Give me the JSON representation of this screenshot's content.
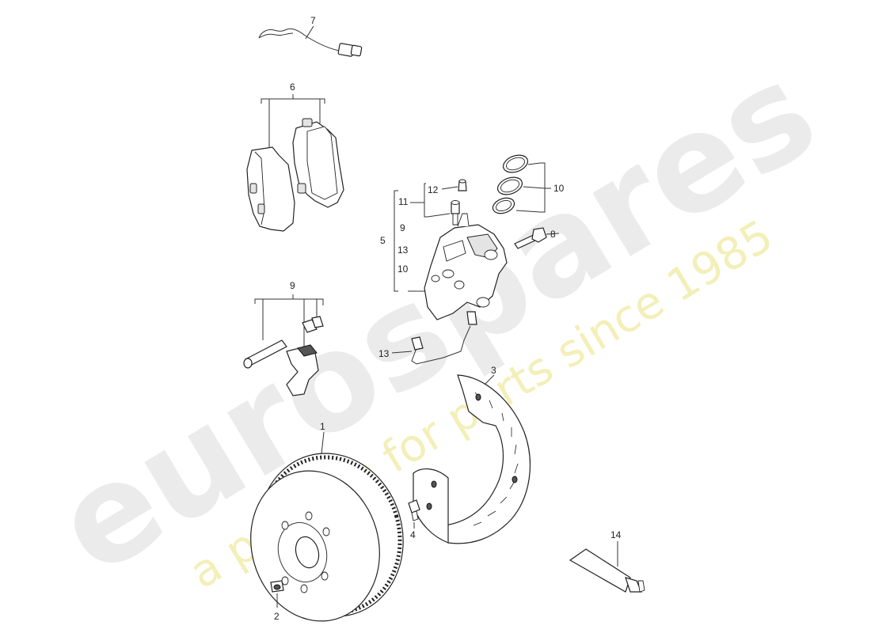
{
  "colors": {
    "line": "#222222",
    "watermark_brand": "#ebebeb",
    "watermark_tagline": "#f3efb8"
  },
  "watermark": {
    "brand": "eurospares",
    "tagline": "a passion for parts since 1985"
  },
  "callouts": {
    "p1": "1",
    "p2": "2",
    "p3": "3",
    "p4": "4",
    "p5": "5",
    "p6": "6",
    "p7": "7",
    "p8": "8",
    "p9_top": "9",
    "p9_group": "9",
    "p10_group": "10",
    "p10_ring": "10",
    "p11": "11",
    "p12": "12",
    "p13_group": "13",
    "p13_line": "13",
    "p14": "14"
  }
}
